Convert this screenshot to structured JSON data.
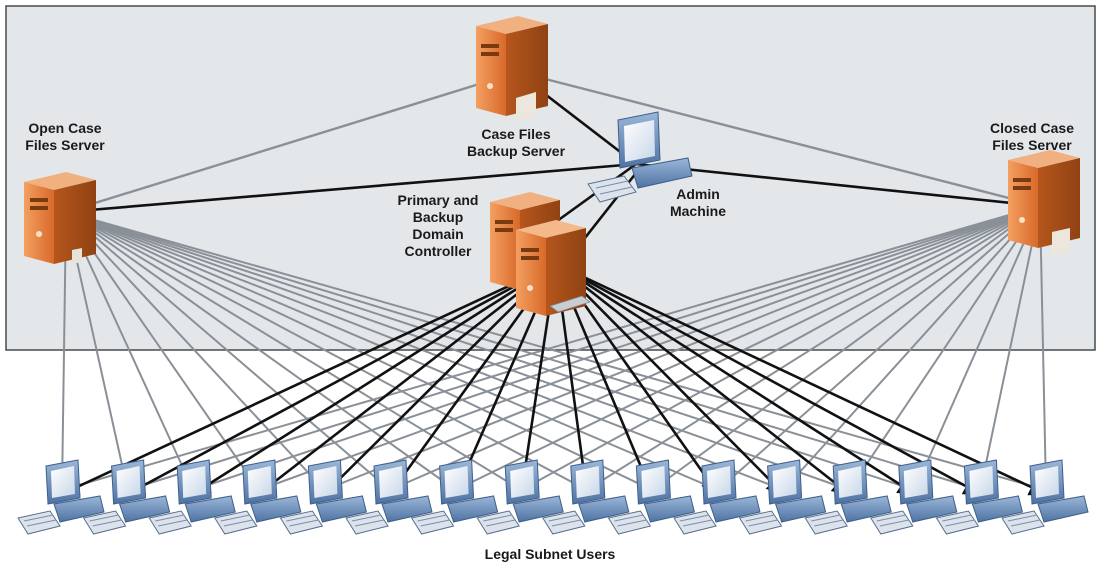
{
  "labels": {
    "open_case_server": "Open Case\nFiles Server",
    "backup_server": "Case Files\nBackup Server",
    "closed_case_server": "Closed Case\nFiles Server",
    "admin_machine": "Admin\nMachine",
    "domain_controller": "Primary and\nBackup\nDomain\nController",
    "subnet": "Legal Subnet Users"
  },
  "nodes": {
    "servers": [
      "Open Case Files Server",
      "Case Files Backup Server",
      "Closed Case Files Server",
      "Primary and Backup Domain Controller"
    ],
    "workstations": [
      "Admin Machine"
    ],
    "user_count": 16
  },
  "colors": {
    "panel_fill": "#e4e7ea",
    "panel_border": "#4a4a4a",
    "server_orange": "#e07a35",
    "server_dark": "#b3561c",
    "pc_blue": "#5b7fae",
    "gray_link": "#8a9097",
    "black_link": "#111111"
  }
}
